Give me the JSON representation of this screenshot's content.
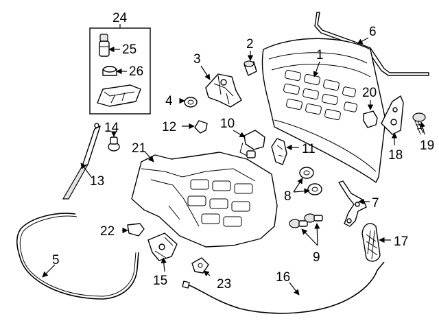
{
  "callouts": [
    {
      "n": "1"
    },
    {
      "n": "2"
    },
    {
      "n": "3"
    },
    {
      "n": "4"
    },
    {
      "n": "5"
    },
    {
      "n": "6"
    },
    {
      "n": "7"
    },
    {
      "n": "8"
    },
    {
      "n": "9"
    },
    {
      "n": "10"
    },
    {
      "n": "11"
    },
    {
      "n": "12"
    },
    {
      "n": "13"
    },
    {
      "n": "14"
    },
    {
      "n": "15"
    },
    {
      "n": "16"
    },
    {
      "n": "17"
    },
    {
      "n": "18"
    },
    {
      "n": "19"
    },
    {
      "n": "20"
    },
    {
      "n": "21"
    },
    {
      "n": "22"
    },
    {
      "n": "23"
    },
    {
      "n": "24"
    },
    {
      "n": "25"
    },
    {
      "n": "26"
    }
  ]
}
